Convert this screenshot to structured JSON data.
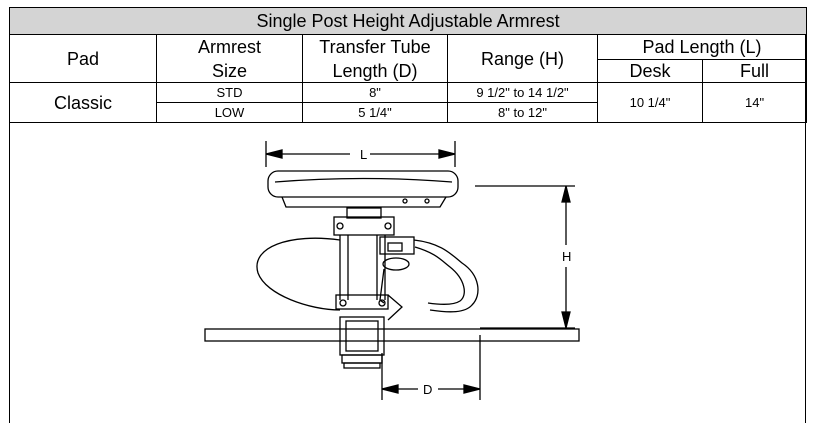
{
  "table": {
    "title": "Single Post Height Adjustable Armrest",
    "headers": {
      "pad": "Pad",
      "armrest_size_1": "Armrest",
      "armrest_size_2": "Size",
      "transfer_1": "Transfer Tube",
      "transfer_2": "Length (D)",
      "range": "Range (H)",
      "pad_length": "Pad Length (L)",
      "desk": "Desk",
      "full": "Full"
    },
    "rows": [
      {
        "pad": "Classic",
        "size": "STD",
        "transfer": "8\"",
        "range": "9 1/2\" to 14 1/2\"",
        "desk": "10 1/4\"",
        "full": "14\""
      },
      {
        "size": "LOW",
        "transfer": "5 1/4\"",
        "range": "8\" to 12\""
      }
    ]
  },
  "diagram": {
    "label_l": "L",
    "label_h": "H",
    "label_d": "D"
  }
}
